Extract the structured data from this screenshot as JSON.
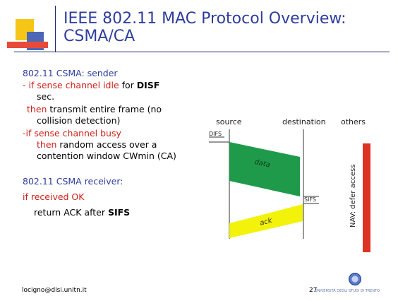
{
  "title": "IEEE 802.11 MAC Protocol Overview: CSMA/CA",
  "sender": {
    "heading": "802.11 CSMA: sender",
    "line1_red": "- if sense channel idle",
    "line1_mid": " for ",
    "line1_bold": "DISF",
    "line2": "sec.",
    "line3_red": "then",
    "line3_rest": " transmit entire frame (no",
    "line4": "collision detection)",
    "line5": "-if sense channel busy",
    "line6_red": "then",
    "line6_rest": " random access over a",
    "line7": "contention window CWmin (CA)"
  },
  "receiver": {
    "heading": "802.11 CSMA receiver:",
    "line1": "if received OK",
    "line2_pre": "return ACK after ",
    "line2_bold": "SIFS"
  },
  "diagram": {
    "source_label": "source",
    "destination_label": "destination",
    "others_label": "others",
    "difs_label": "DIFS",
    "sifs_label": "SIFS",
    "data_label": "data",
    "ack_label": "ack",
    "nav_label": "NAV: defer access",
    "colors": {
      "data": "#1f9a4a",
      "ack": "#f2f20a",
      "nav": "#dd3322"
    }
  },
  "footer": {
    "email": "locigno@disi.unitn.it",
    "page": "27",
    "university": "UNIVERSITÀ DEGLI STUDI DI TRENTO"
  }
}
